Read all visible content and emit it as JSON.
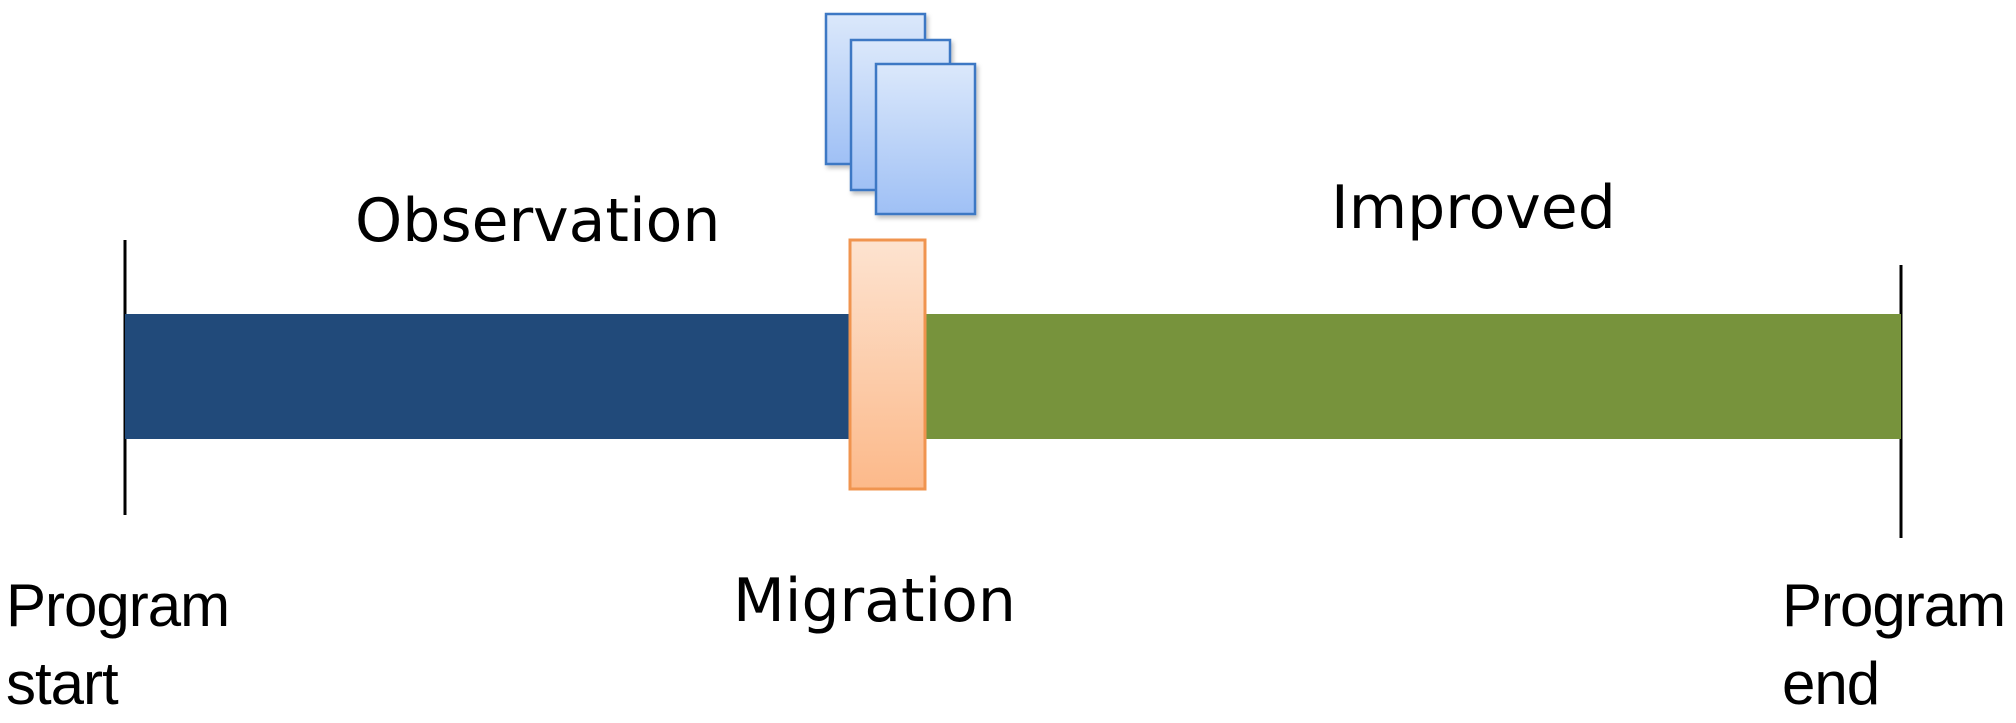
{
  "timeline": {
    "phases": [
      {
        "id": "observation",
        "label": "Observation",
        "color": "#214a7a"
      },
      {
        "id": "migration",
        "label": "Migration",
        "fill_top": "#fde3d0",
        "fill_bottom": "#fcb98a",
        "stroke": "#f0944f"
      },
      {
        "id": "improved",
        "label": "Improved",
        "color": "#77933c"
      }
    ],
    "milestones": {
      "start": {
        "line1": "Program",
        "line2": "start"
      },
      "end": {
        "line1": "Program",
        "line2": "end"
      }
    },
    "documents": {
      "icon": "stacked-documents-icon",
      "count": 3,
      "fill_top": "#dbe8fb",
      "fill_bottom": "#9fc0f5",
      "stroke": "#3c78c4"
    }
  }
}
